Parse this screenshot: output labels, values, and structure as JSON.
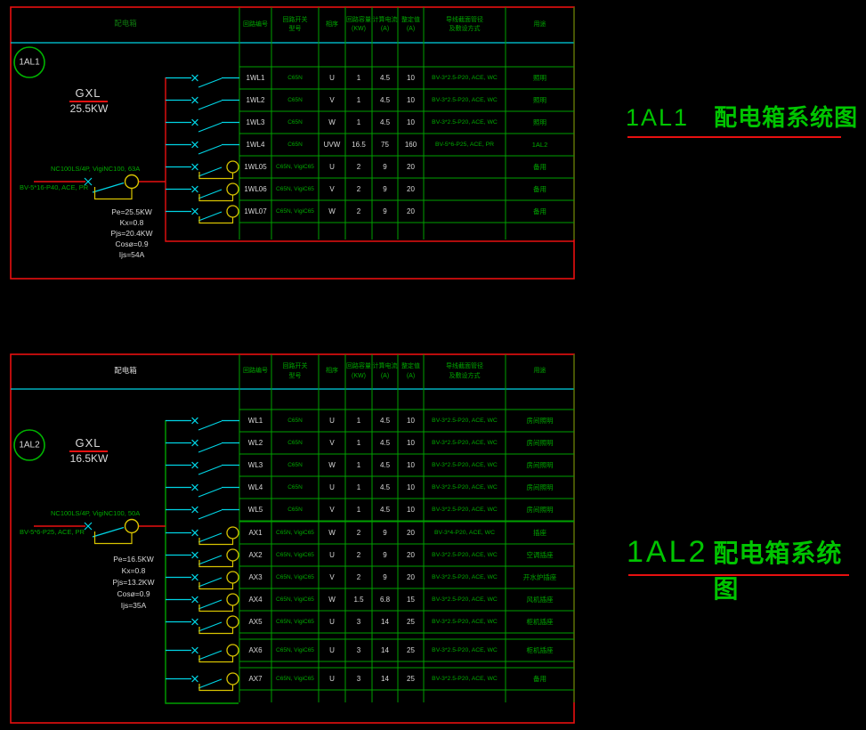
{
  "colors": {
    "background": "#000000",
    "grid_green": "#00a000",
    "text_green": "#00a800",
    "dark_green_label": "#0f7a0f",
    "red": "#e81010",
    "cyan": "#00d4e4",
    "yellow": "#d8c400",
    "white": "#d8d8d8",
    "title_green": "#00c400"
  },
  "table_header": {
    "columns": [
      [
        "回路编号",
        ""
      ],
      [
        "回路开关",
        "型号"
      ],
      [
        "相序",
        ""
      ],
      [
        "回路容量",
        "(KW)"
      ],
      [
        "计算电流",
        "(A)"
      ],
      [
        "整定值",
        "(A)"
      ],
      [
        "导线截面管径",
        "及敷设方式"
      ],
      [
        "用途",
        ""
      ]
    ]
  },
  "diagrams": [
    {
      "tag": "1AL1",
      "panel_label": "配电箱",
      "model": "GXL",
      "capacity": "25.5KW",
      "incoming_breaker": "NC100LS/4P, VigiNC100, 63A",
      "incoming_cable": "BV-5*16-P40, ACE, PR",
      "calc_lines": [
        "Pe=25.5KW",
        "Kx=0.8",
        "Pjs=20.4KW",
        "Cosø=0.9",
        "Ijs=54A"
      ],
      "title_text": "配电箱系统图",
      "circuits": [
        {
          "id": "1WL1",
          "breaker": "C65N",
          "phase": "U",
          "kw": "1",
          "current": "4.5",
          "setting": "10",
          "cable": "BV-3*2.5-P20, ACE, WC",
          "usage": "照明",
          "rcd": false
        },
        {
          "id": "1WL2",
          "breaker": "C65N",
          "phase": "V",
          "kw": "1",
          "current": "4.5",
          "setting": "10",
          "cable": "BV-3*2.5-P20, ACE, WC",
          "usage": "照明",
          "rcd": false
        },
        {
          "id": "1WL3",
          "breaker": "C65N",
          "phase": "W",
          "kw": "1",
          "current": "4.5",
          "setting": "10",
          "cable": "BV-3*2.5-P20, ACE, WC",
          "usage": "照明",
          "rcd": false
        },
        {
          "id": "1WL4",
          "breaker": "C65N",
          "phase": "UVW",
          "kw": "16.5",
          "current": "75",
          "setting": "160",
          "cable": "BV-5*6-P25, ACE, PR",
          "usage": "1AL2",
          "rcd": false
        },
        {
          "id": "1WL05",
          "breaker": "C65N, VigiC65",
          "phase": "U",
          "kw": "2",
          "current": "9",
          "setting": "20",
          "cable": "",
          "usage": "备用",
          "rcd": true
        },
        {
          "id": "1WL06",
          "breaker": "C65N, VigiC65",
          "phase": "V",
          "kw": "2",
          "current": "9",
          "setting": "20",
          "cable": "",
          "usage": "备用",
          "rcd": true
        },
        {
          "id": "1WL07",
          "breaker": "C65N, VigiC65",
          "phase": "W",
          "kw": "2",
          "current": "9",
          "setting": "20",
          "cable": "",
          "usage": "备用",
          "rcd": true
        }
      ]
    },
    {
      "tag": "1AL2",
      "panel_label": "配电箱",
      "model": "GXL",
      "capacity": "16.5KW",
      "incoming_breaker": "NC100LS/4P, VigiNC100, 50A",
      "incoming_cable": "BV-5*6-P25, ACE, PR",
      "calc_lines": [
        "Pe=16.5KW",
        "Kx=0.8",
        "Pjs=13.2KW",
        "Cosø=0.9",
        "Ijs=35A"
      ],
      "title_text": "配电箱系统图",
      "circuits": [
        {
          "id": "WL1",
          "breaker": "C65N",
          "phase": "U",
          "kw": "1",
          "current": "4.5",
          "setting": "10",
          "cable": "BV-3*2.5-P20, ACE, WC",
          "usage": "房间照明",
          "rcd": false
        },
        {
          "id": "WL2",
          "breaker": "C65N",
          "phase": "V",
          "kw": "1",
          "current": "4.5",
          "setting": "10",
          "cable": "BV-3*2.5-P20, ACE, WC",
          "usage": "房间照明",
          "rcd": false
        },
        {
          "id": "WL3",
          "breaker": "C65N",
          "phase": "W",
          "kw": "1",
          "current": "4.5",
          "setting": "10",
          "cable": "BV-3*2.5-P20, ACE, WC",
          "usage": "房间照明",
          "rcd": false
        },
        {
          "id": "WL4",
          "breaker": "C65N",
          "phase": "U",
          "kw": "1",
          "current": "4.5",
          "setting": "10",
          "cable": "BV-3*2.5-P20, ACE, WC",
          "usage": "房间照明",
          "rcd": false
        },
        {
          "id": "WL5",
          "breaker": "C65N",
          "phase": "V",
          "kw": "1",
          "current": "4.5",
          "setting": "10",
          "cable": "BV-3*2.5-P20, ACE, WC",
          "usage": "房间照明",
          "rcd": false
        },
        {
          "id": "AX1",
          "breaker": "C65N, VigiC65",
          "phase": "W",
          "kw": "2",
          "current": "9",
          "setting": "20",
          "cable": "BV-3*4-P20, ACE, WC",
          "usage": "插座",
          "rcd": true
        },
        {
          "id": "AX2",
          "breaker": "C65N, VigiC65",
          "phase": "U",
          "kw": "2",
          "current": "9",
          "setting": "20",
          "cable": "BV-3*2.5-P20, ACE, WC",
          "usage": "空调插座",
          "rcd": true
        },
        {
          "id": "AX3",
          "breaker": "C65N, VigiC65",
          "phase": "V",
          "kw": "2",
          "current": "9",
          "setting": "20",
          "cable": "BV-3*2.5-P20, ACE, WC",
          "usage": "开水炉插座",
          "rcd": true
        },
        {
          "id": "AX4",
          "breaker": "C65N, VigiC65",
          "phase": "W",
          "kw": "1.5",
          "current": "6.8",
          "setting": "15",
          "cable": "BV-3*2.5-P20, ACE, WC",
          "usage": "风机插座",
          "rcd": true
        },
        {
          "id": "AX5",
          "breaker": "C65N, VigiC65",
          "phase": "U",
          "kw": "3",
          "current": "14",
          "setting": "25",
          "cable": "BV-3*2.5-P20, ACE, WC",
          "usage": "柜机插座",
          "rcd": true
        },
        {
          "id": "AX6",
          "breaker": "C65N, VigiC65",
          "phase": "U",
          "kw": "3",
          "current": "14",
          "setting": "25",
          "cable": "BV-3*2.5-P20, ACE, WC",
          "usage": "柜机插座",
          "rcd": true
        },
        {
          "id": "AX7",
          "breaker": "C65N, VigiC65",
          "phase": "U",
          "kw": "3",
          "current": "14",
          "setting": "25",
          "cable": "BV-3*2.5-P20, ACE, WC",
          "usage": "备用",
          "rcd": true
        }
      ]
    }
  ]
}
